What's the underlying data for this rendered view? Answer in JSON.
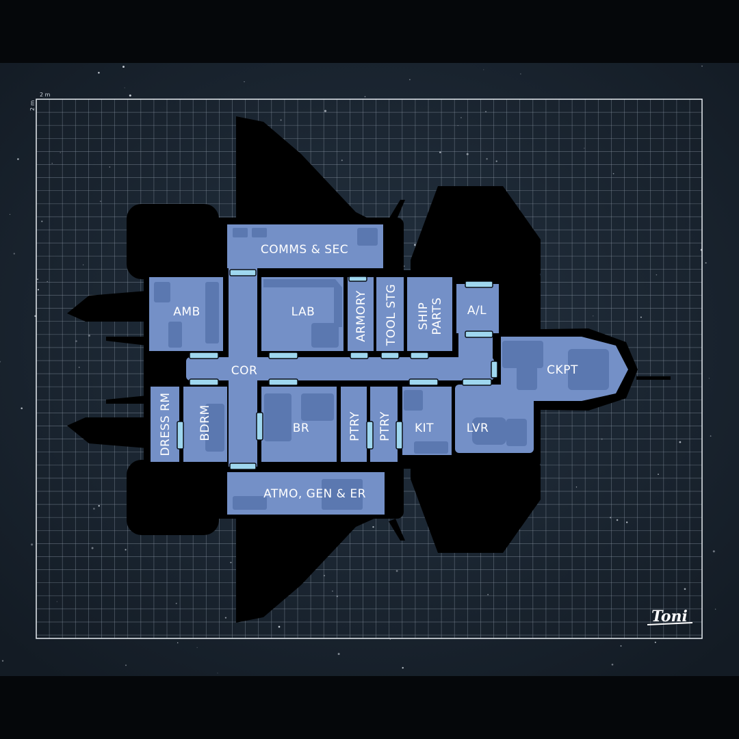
{
  "map": {
    "scale_x": "2 m",
    "scale_y": "2 m",
    "signature": "Toni",
    "colors": {
      "space": "#1a2531",
      "grid_line": "#8a96a4",
      "hull": "#000000",
      "room_fill": "#7490c7",
      "room_detail": "#5a76ad",
      "door": "#9fd7ef",
      "label": "#ffffff"
    }
  },
  "rooms": {
    "comms_sec": "COMMS & SEC",
    "amb": "AMB",
    "lab": "LAB",
    "armory": "ARMORY",
    "tool_stg": "TOOL STG",
    "ship_parts_1": "SHIP",
    "ship_parts_2": "PARTS",
    "airlock": "A/L",
    "cor": "COR",
    "ckpt": "CKPT",
    "dress_rm": "DRESS RM",
    "bdrm": "BDRM",
    "br": "BR",
    "ptry_1": "PTRY",
    "ptry_2": "PTRY",
    "kit": "KIT",
    "lvr": "LVR",
    "atmo_gen_er": "ATMO, GEN & ER"
  }
}
